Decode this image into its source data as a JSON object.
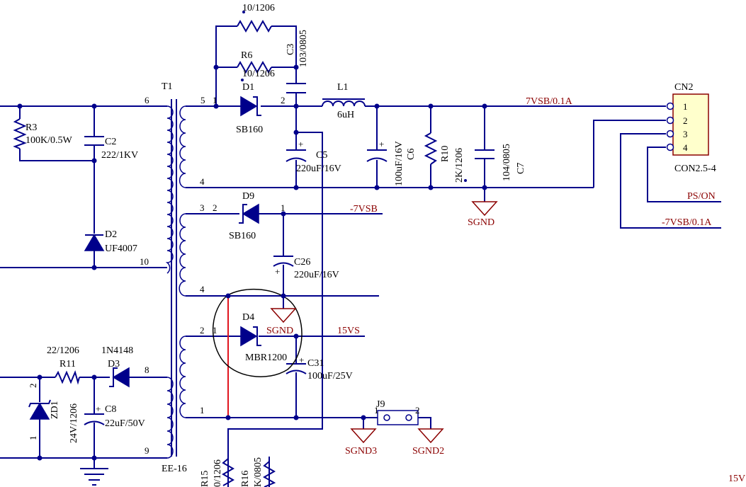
{
  "colors": {
    "wire": "#00008b",
    "net_label": "#8b0000",
    "jumper": "#e0141e",
    "connector_fill": "#ffffcc"
  },
  "labels": {
    "r_top_value": "10/1206",
    "c3_ref": "C3",
    "c3_value": "103/0805",
    "r6_ref": "R6",
    "r6_value": "10/1206",
    "d1_ref": "D1",
    "d1_part": "SB160",
    "t1_ref": "T1",
    "t1_part": "EE-16",
    "pin6": "6",
    "pin5": "5",
    "pin1_d1": "1",
    "pin2_d1": "2",
    "pin4_top": "4",
    "pin10": "10",
    "pin3": "3",
    "pin2_d9": "2",
    "pin1_d9": "1",
    "pin4_mid": "4",
    "pin2_d4": "2",
    "pin1_d4": "1",
    "pin1_bot": "1",
    "pin8": "8",
    "pin9": "9",
    "r3_ref": "R3",
    "r3_value": "100K/0.5W",
    "c2_ref": "C2",
    "c2_value": "222/1KV",
    "d2_ref": "D2",
    "d2_part": "UF4007",
    "l1_ref": "L1",
    "l1_value": "6uH",
    "c5_ref": "C5",
    "c5_value": "220uF/16V",
    "c6_ref": "C6",
    "c6_value": "100uF/16V",
    "r10_ref": "R10",
    "r10_value": "2K/1206",
    "c7_ref": "C7",
    "c7_value": "104/0805",
    "net_7vsb": "7VSB/0.1A",
    "cn2_ref": "CN2",
    "cn2_part": "CON2.5-4",
    "cn2_pins": [
      "1",
      "2",
      "3",
      "4"
    ],
    "net_pson": "PS/ON",
    "net_m7vsb_a": "-7VSB/0.1A",
    "d9_ref": "D9",
    "d9_part": "SB160",
    "net_m7vsb": "-7VSB",
    "c26_ref": "C26",
    "c26_value": "220uF/16V",
    "sgnd": "SGND",
    "sgnd_mid": "SGND",
    "d4_ref": "D4",
    "d4_part": "MBR1200",
    "net_15vs": "15VS",
    "c31_ref": "C31",
    "c31_value": "100uF/25V",
    "j9_ref": "J9",
    "j9_pin1": "1",
    "j9_pin2": "2",
    "sgnd3": "SGND3",
    "sgnd2": "SGND2",
    "r11_value": "22/1206",
    "r11_ref": "R11",
    "d3_part": "1N4148",
    "d3_ref": "D3",
    "zd1_ref": "ZD1",
    "zd1_value": "24V/1206",
    "zd1_pin2": "2",
    "zd1_pin1": "1",
    "c8_ref": "C8",
    "c8_value": "22uF/50V",
    "r15_ref": "R15",
    "r15_value": "0/1206",
    "r16_ref": "R16",
    "r16_value": "K/0805",
    "net_15v_edge": "15V"
  }
}
